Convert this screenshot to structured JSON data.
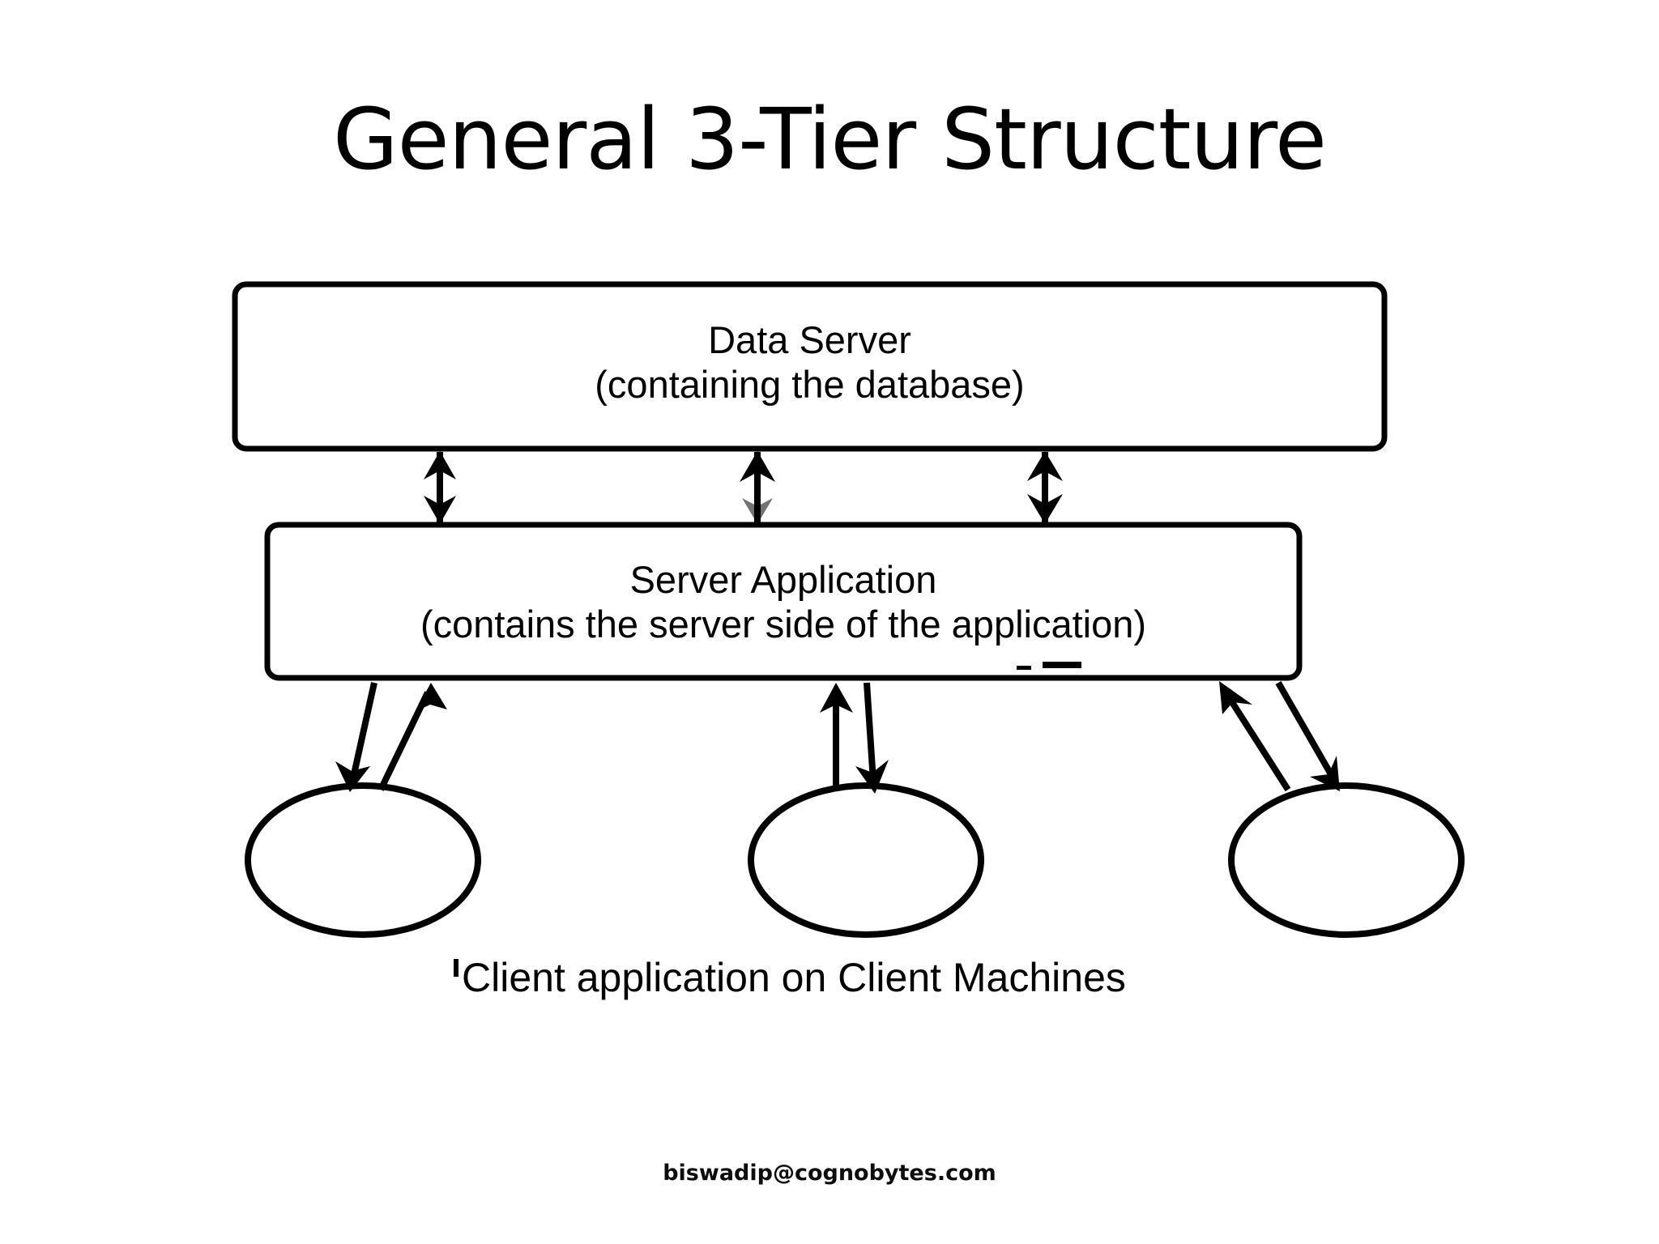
{
  "slide": {
    "title": "General 3-Tier Structure",
    "background_color": "#ffffff",
    "stroke_color": "#000000"
  },
  "diagram": {
    "type": "3-tier architecture block diagram",
    "nodes": [
      {
        "id": "data-server",
        "shape": "rounded-rectangle",
        "line1": "Data Server",
        "line2": "(containing the database)"
      },
      {
        "id": "server-application",
        "shape": "rounded-rectangle",
        "line1": "Server Application",
        "line2": "(contains the server side of the application)"
      },
      {
        "id": "client-1",
        "shape": "ellipse",
        "label": ""
      },
      {
        "id": "client-2",
        "shape": "ellipse",
        "label": ""
      },
      {
        "id": "client-3",
        "shape": "ellipse",
        "label": ""
      }
    ],
    "connectors": [
      {
        "id": "ds-sa-left",
        "from": "server-application",
        "to": "data-server",
        "style": "double-headed-arrow"
      },
      {
        "id": "ds-sa-middle",
        "from": "server-application",
        "to": "data-server",
        "style": "double-headed-arrow"
      },
      {
        "id": "ds-sa-right",
        "from": "server-application",
        "to": "data-server",
        "style": "double-headed-arrow"
      },
      {
        "id": "sa-c1-down",
        "from": "server-application",
        "to": "client-1",
        "style": "arrow"
      },
      {
        "id": "sa-c1-up",
        "from": "client-1",
        "to": "server-application",
        "style": "arrow"
      },
      {
        "id": "sa-c2-down",
        "from": "server-application",
        "to": "client-2",
        "style": "arrow"
      },
      {
        "id": "sa-c2-up",
        "from": "client-2",
        "to": "server-application",
        "style": "arrow"
      },
      {
        "id": "sa-c3-down",
        "from": "server-application",
        "to": "client-3",
        "style": "arrow"
      },
      {
        "id": "sa-c3-up",
        "from": "client-3",
        "to": "server-application",
        "style": "arrow"
      }
    ],
    "client_caption": "Client application on Client Machines"
  },
  "footer": {
    "email": "biswadip@cognobytes.com"
  }
}
